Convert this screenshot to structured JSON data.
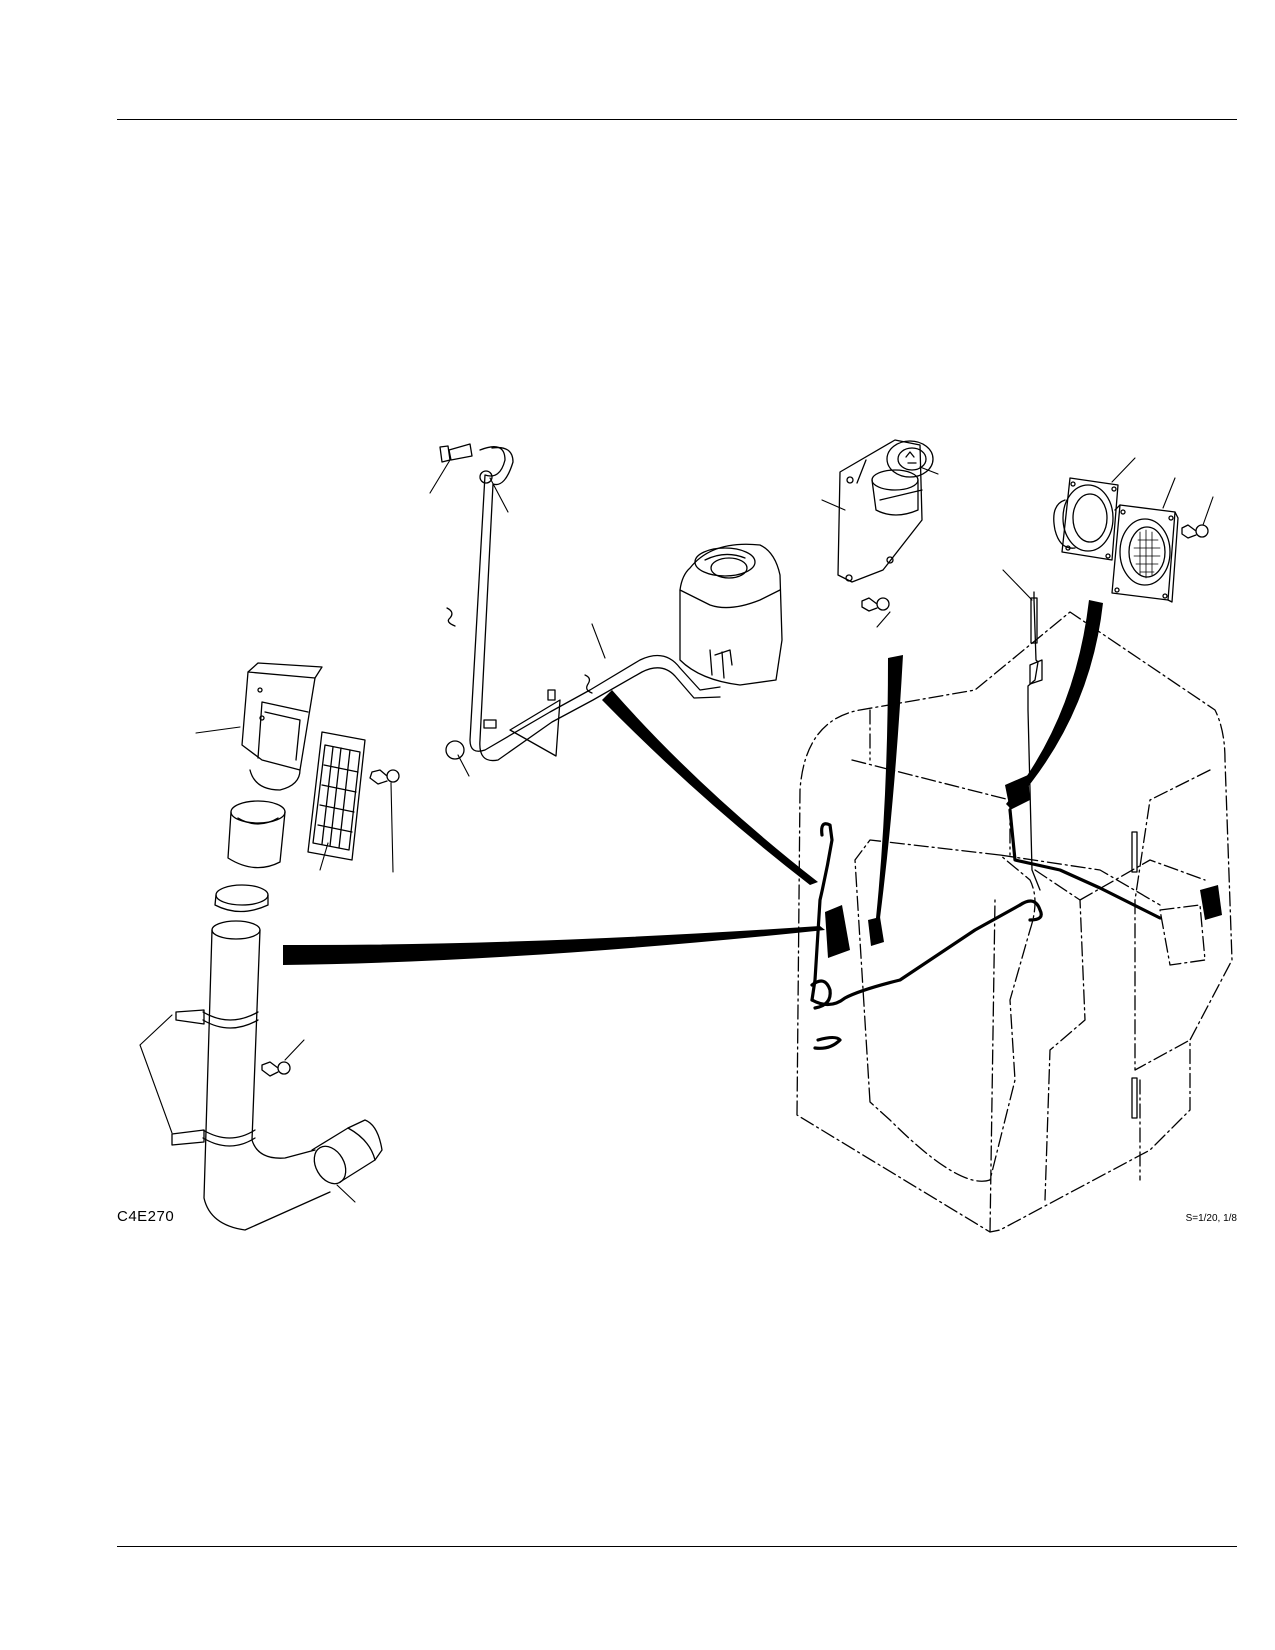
{
  "figure": {
    "code": "C4E270",
    "scale": "S=1/20, 1/8"
  },
  "palette": {
    "ink": "#000000",
    "paper": "#ffffff"
  },
  "parts": [
    "air-duct-assembly",
    "air-vent-louver",
    "washer-tank",
    "washer-nozzle",
    "cigarette-lighter",
    "speaker",
    "speaker-grille",
    "antenna",
    "cab-frame",
    "wiring-harness"
  ]
}
